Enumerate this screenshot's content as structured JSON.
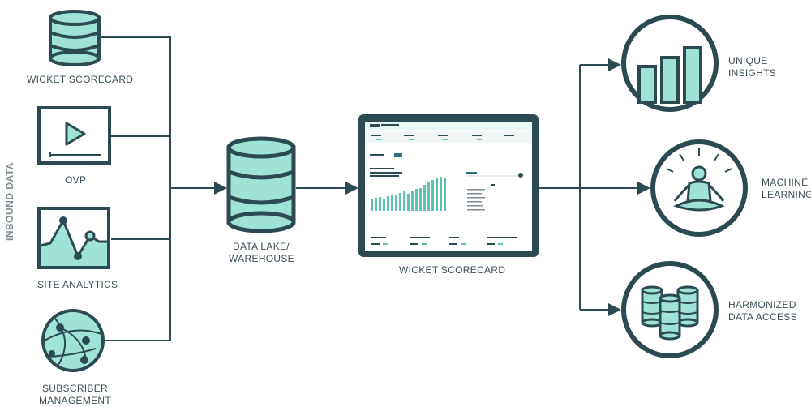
{
  "side_label": "INBOUND DATA",
  "sources": [
    {
      "label": "WICKET SCORECARD",
      "icon": "database-icon"
    },
    {
      "label": "OVP",
      "icon": "video-player-icon"
    },
    {
      "label": "SITE ANALYTICS",
      "icon": "line-chart-icon"
    },
    {
      "label": "SUBSCRIBER MANAGEMENT",
      "icon": "globe-network-icon"
    }
  ],
  "hub": {
    "label_line1": "DATA LAKE/",
    "label_line2": "WAREHOUSE",
    "icon": "database-icon"
  },
  "dashboard": {
    "label": "WICKET SCORECARD",
    "icon": "dashboard-tablet-icon"
  },
  "outputs": [
    {
      "line1": "UNIQUE",
      "line2": "INSIGHTS",
      "icon": "bar-chart-icon"
    },
    {
      "line1": "MACHINE",
      "line2": "LEARNING",
      "icon": "meditating-figure-icon"
    },
    {
      "line1": "HARMONIZED",
      "line2": "DATA ACCESS",
      "icon": "database-stack-icon"
    }
  ],
  "colors": {
    "dark": "#2c4a52",
    "teal": "#9fe3d6",
    "teal_dark": "#5cc4b2",
    "line": "#2c4a52"
  }
}
